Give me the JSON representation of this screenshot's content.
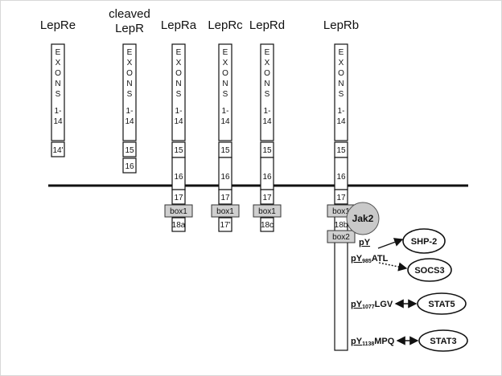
{
  "headers": {
    "lepre": "LepRe",
    "cleaved_line1": "cleaved",
    "cleaved_line2": "LepR",
    "lepra": "LepRa",
    "leprc": "LepRc",
    "leprd": "LepRd",
    "leprb": "LepRb"
  },
  "exons_letters": [
    "E",
    "X",
    "O",
    "N",
    "S"
  ],
  "exons_range_a": "1-",
  "exons_range_b": "14",
  "exon_labels": {
    "e14prime": "14'",
    "e15": "15",
    "e16": "16",
    "e17": "17",
    "e17prime": "17'",
    "e18a": "18a",
    "e18b": "18b",
    "e18c": "18c"
  },
  "box_labels": {
    "box1": "box1",
    "box2": "box2"
  },
  "jak2": "Jak2",
  "motifs": {
    "py": "pY",
    "py985_main": "pY",
    "py985_sub": "985",
    "py985_suffix": "ATL",
    "py1077_main": "pY",
    "py1077_sub": "1077",
    "py1077_suffix": "LGV",
    "py1138_main": "pY",
    "py1138_sub": "1138",
    "py1138_suffix": "MPQ"
  },
  "partners": {
    "shp2": "SHP-2",
    "socs3": "SOCS3",
    "stat5": "STAT5",
    "stat3": "STAT3"
  }
}
